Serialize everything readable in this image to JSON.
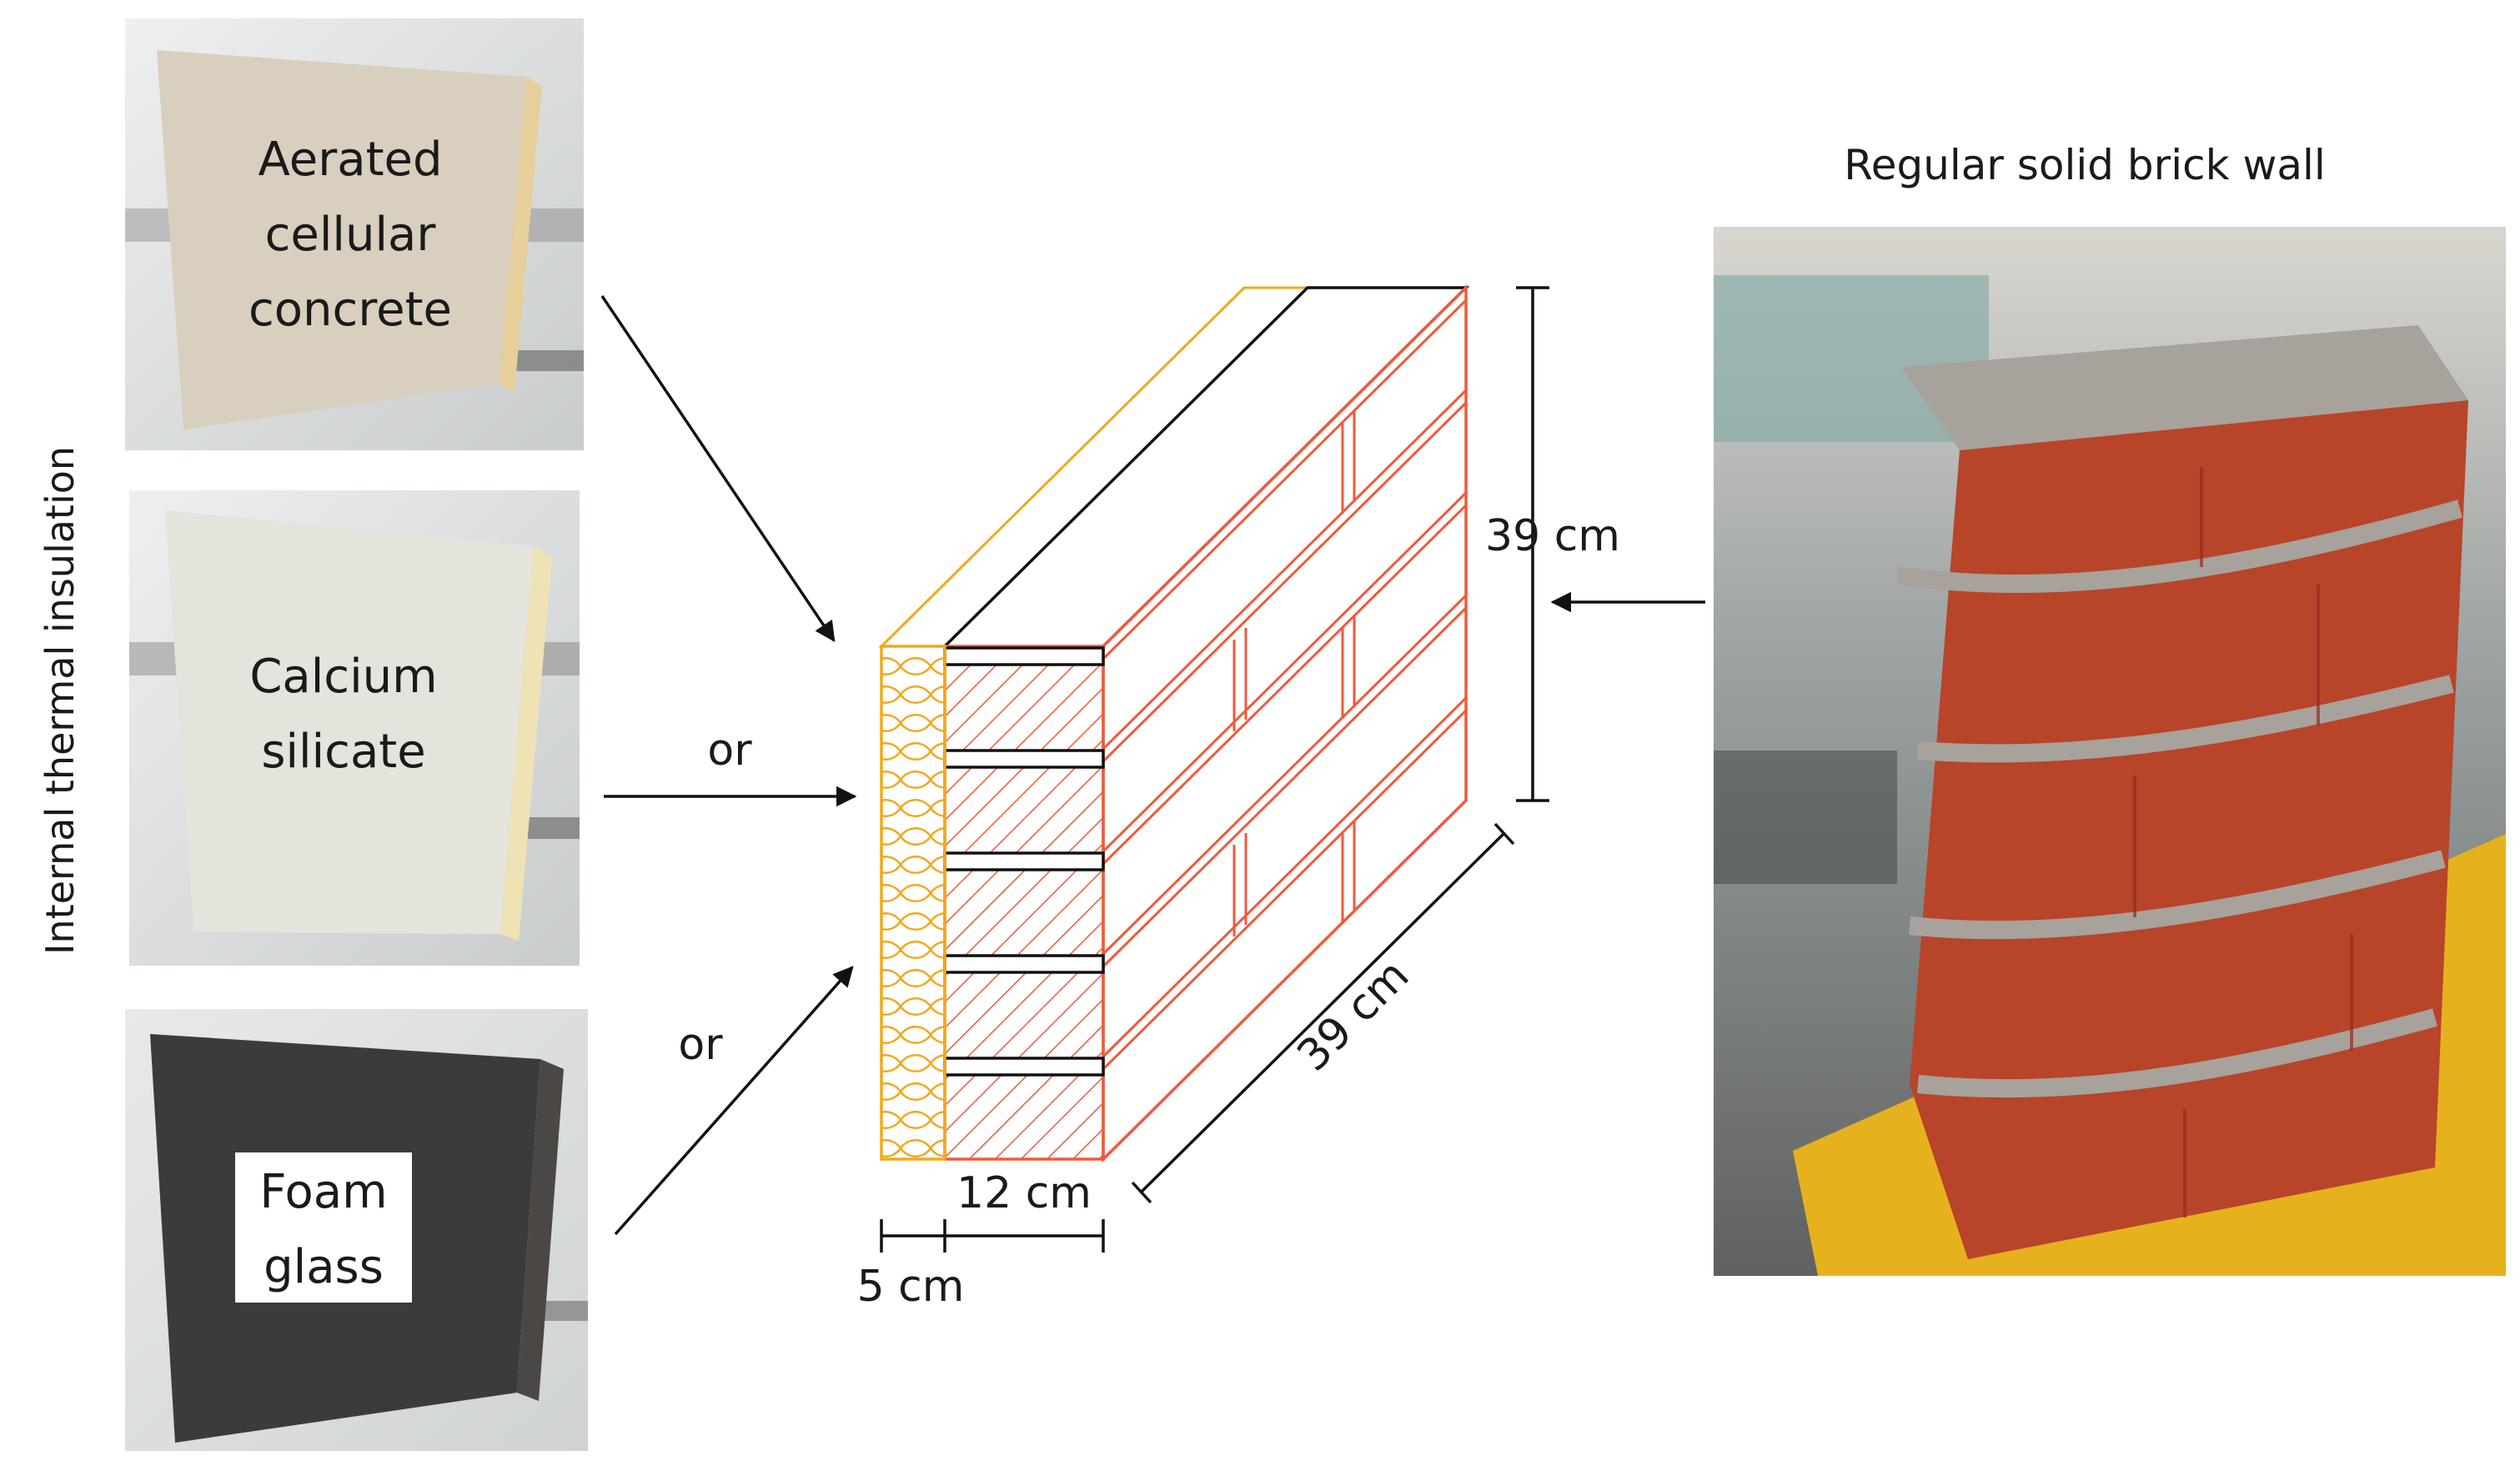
{
  "side_label": "Internal thermal insulation",
  "samples": [
    {
      "lines": [
        "Aerated",
        "cellular",
        "concrete"
      ],
      "face_color": "#d8cfbe",
      "edge_color": "#e6cf9a"
    },
    {
      "lines": [
        "Calcium",
        "silicate"
      ],
      "face_color": "#e4e3dc",
      "edge_color": "#efe3b6"
    },
    {
      "lines": [
        "Foam",
        "glass"
      ],
      "face_color": "#3d3b3a",
      "edge_color": "#4a4745"
    }
  ],
  "connectors": {
    "or_1": "or",
    "or_2": "or"
  },
  "wall_photo_title": "Regular solid brick wall",
  "dimensions": {
    "height": "39 cm",
    "length": "39 cm",
    "brick_thickness": "12 cm",
    "insulation_thickness": "5 cm"
  },
  "colors": {
    "insulation": "#f2a81d",
    "brick_lines": "#ef5a3c",
    "outline": "#111111",
    "brick_photo": "#b8442a",
    "mortar": "#a7a29b"
  }
}
